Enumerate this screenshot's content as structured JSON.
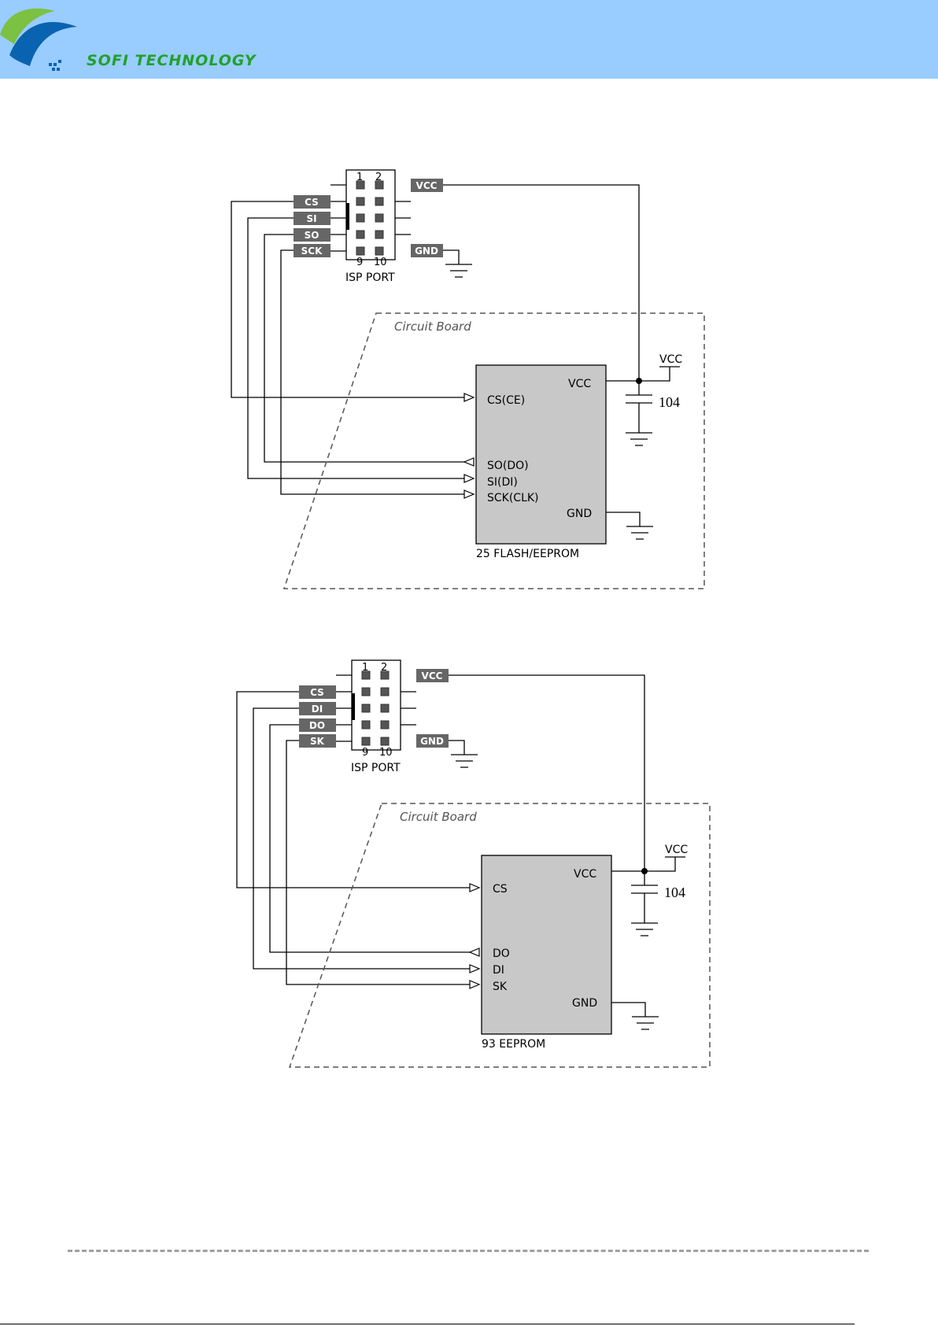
{
  "header": {
    "brand": "SOFI TECHNOLOGY",
    "colors": {
      "band": "#99ccff",
      "brand_green": "#22a02a",
      "logo_blue": "#0a63b0",
      "logo_green": "#7cc142"
    }
  },
  "diagrams": [
    {
      "isp_pins": {
        "top": [
          "1",
          "2"
        ],
        "bottom": [
          "9",
          "10"
        ]
      },
      "isp_caption": "ISP PORT",
      "signals": [
        "CS",
        "SI",
        "SO",
        "SCK"
      ],
      "vcc_tag": "VCC",
      "gnd_tag": "GND",
      "board_label": "Circuit Board",
      "chip_pins_left": [
        "CS(CE)",
        "SO(DO)",
        "SI(DI)",
        "SCK(CLK)"
      ],
      "chip_vcc": "VCC",
      "chip_gnd": "GND",
      "chip_caption": "25 FLASH/EEPROM",
      "supply_label": "VCC",
      "cap_value": "104"
    },
    {
      "isp_pins": {
        "top": [
          "1",
          "2"
        ],
        "bottom": [
          "9",
          "10"
        ]
      },
      "isp_caption": "ISP PORT",
      "signals": [
        "CS",
        "DI",
        "DO",
        "SK"
      ],
      "vcc_tag": "VCC",
      "gnd_tag": "GND",
      "board_label": "Circuit Board",
      "chip_pins_left": [
        "CS",
        "DO",
        "DI",
        "SK"
      ],
      "chip_vcc": "VCC",
      "chip_gnd": "GND",
      "chip_caption": "93 EEPROM",
      "supply_label": "VCC",
      "cap_value": "104"
    }
  ]
}
